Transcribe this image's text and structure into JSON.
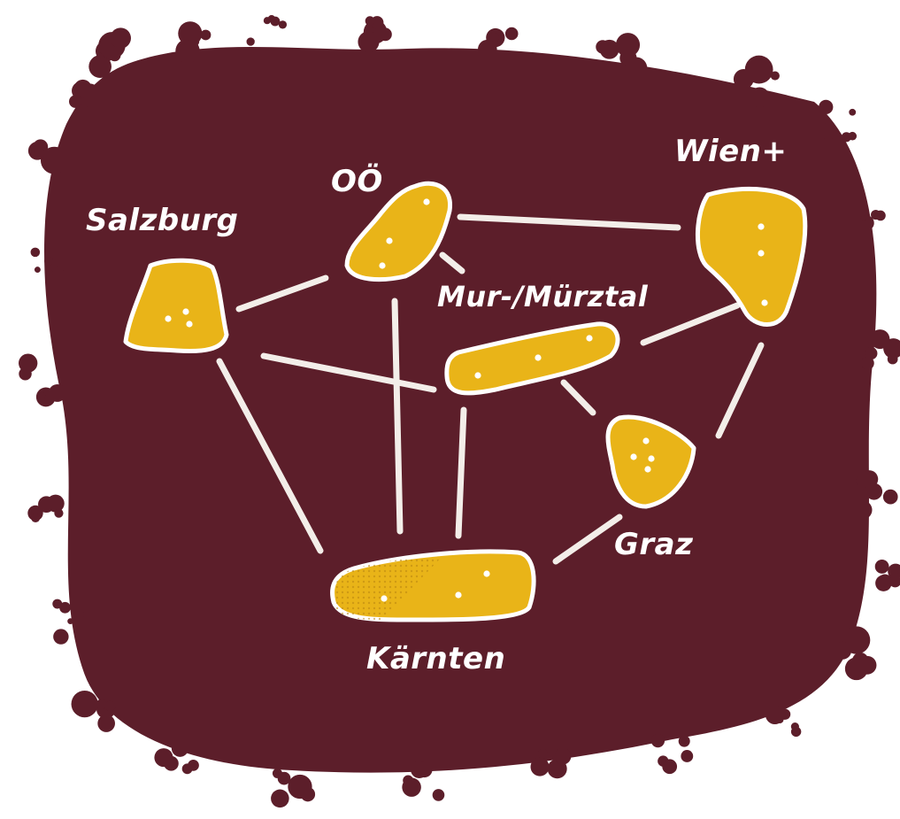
{
  "colors": {
    "background": "#ffffff",
    "blob": "#5c1e2a",
    "region_fill": "#e9b418",
    "region_outline": "#ffffff",
    "connection": "#f3eee9",
    "label": "#ffffff"
  },
  "nodes": {
    "salzburg": "Salzburg",
    "ooe": "OÖ",
    "wien": "Wien+",
    "mur": "Mur-/Mürztal",
    "graz": "Graz",
    "kaernten": "Kärnten"
  },
  "connections": [
    [
      "salzburg",
      "ooe"
    ],
    [
      "salzburg",
      "mur"
    ],
    [
      "salzburg",
      "kaernten"
    ],
    [
      "ooe",
      "wien"
    ],
    [
      "ooe",
      "mur"
    ],
    [
      "ooe",
      "kaernten"
    ],
    [
      "mur",
      "wien"
    ],
    [
      "mur",
      "graz"
    ],
    [
      "mur",
      "kaernten"
    ],
    [
      "wien",
      "graz"
    ],
    [
      "graz",
      "kaernten"
    ]
  ]
}
